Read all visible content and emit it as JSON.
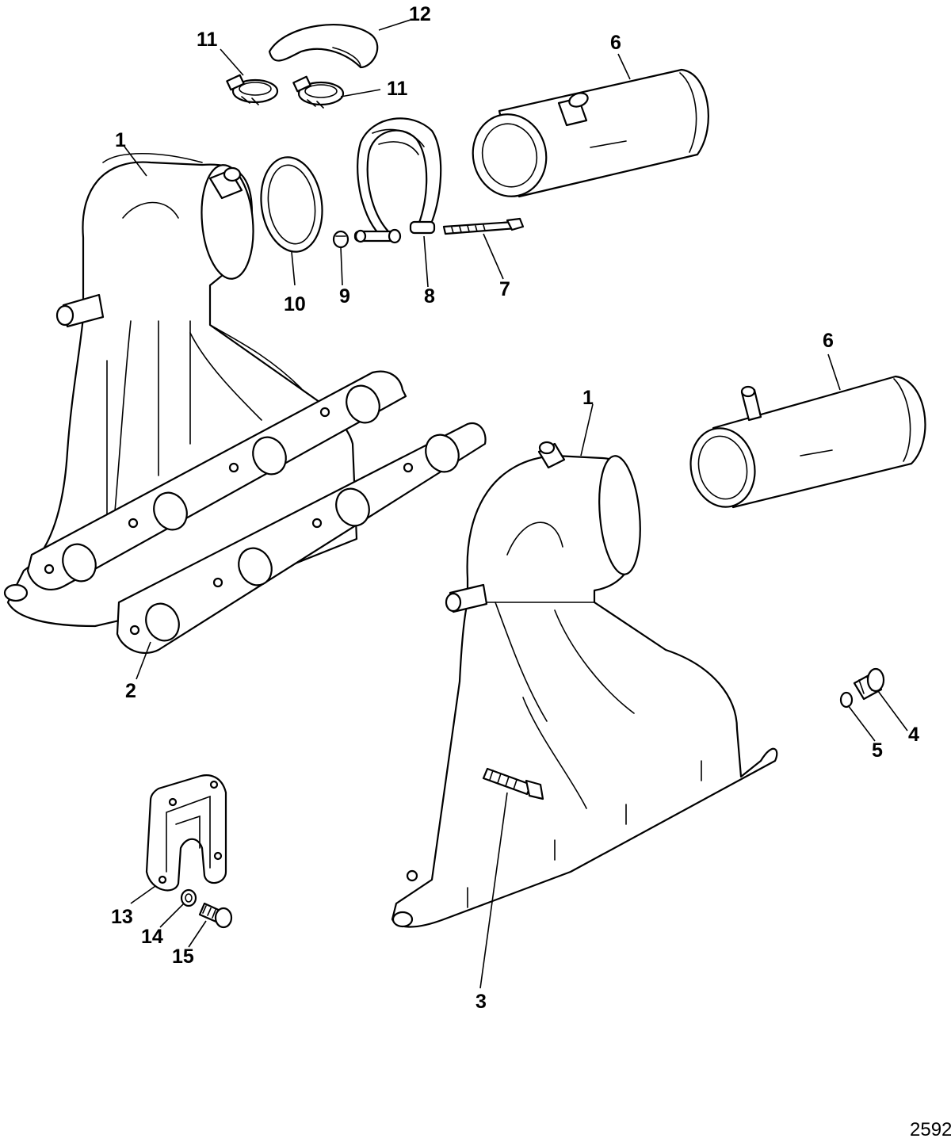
{
  "diagram": {
    "figure_number": "2592",
    "callouts": {
      "c1a": "1",
      "c1b": "1",
      "c2": "2",
      "c3": "3",
      "c4": "4",
      "c5": "5",
      "c6a": "6",
      "c6b": "6",
      "c7": "7",
      "c8": "8",
      "c9": "9",
      "c10": "10",
      "c11a": "11",
      "c11b": "11",
      "c12": "12",
      "c13": "13",
      "c14": "14",
      "c15": "15"
    },
    "colors": {
      "line": "#000000",
      "background": "#ffffff"
    }
  }
}
